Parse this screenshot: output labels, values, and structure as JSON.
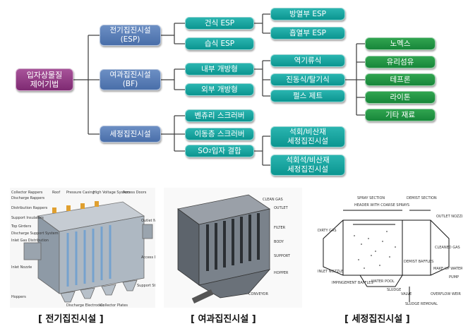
{
  "tree": {
    "root": "입자상물질\n제어기법",
    "esp": "전기집진시설\n(ESP)",
    "bf": "여과집진시설\n(BF)",
    "scrub": "세정집진시설",
    "dry_esp": "건식 ESP",
    "wet_esp": "습식 ESP",
    "cold_esp": "방열부 ESP",
    "hot_esp": "흡열부 ESP",
    "inner": "내부 개방형",
    "outer": "외부 개방형",
    "reverse": "역기류식",
    "shaker": "진동식/탈기식",
    "pulse": "펄스 제트",
    "nomex": "노멕스",
    "glass": "유리섬유",
    "teflon": "테프론",
    "ryton": "라이톤",
    "other": "기타 재료",
    "venturi": "벤츄리 스크러버",
    "moving": "이동층 스크러버",
    "so2_pre": "SO",
    "so2_sub": "2",
    "so2_post": " 입자 결합",
    "lime": "석회/비산재\n세정집진시설",
    "limestone": "석회석/비산재\n세정집진시설"
  },
  "captions": {
    "esp": "[ 전기집진시설 ]",
    "bf": "[ 여과집진시설 ]",
    "scrub": "[ 세정집진시설 ]"
  },
  "esp_labels": [
    "Collector Rappers",
    "Discharge Rappers",
    "Distribution Rappers",
    "Support Insulators",
    "Top Girders",
    "Discharge Support System",
    "Inlet Gas Distribution",
    "Inlet Nozzle",
    "Hoppers",
    "Roof",
    "Pressure Casing",
    "High Voltage System",
    "Access Doors",
    "Outlet Nozzle",
    "Access Doors",
    "Discharge Electrodes",
    "Collector Plates",
    "Support Steel"
  ],
  "bf_labels": [
    "CLEAN GAS",
    "OUTLET",
    "FILTER",
    "BODY",
    "SUPPORT",
    "HOPPER",
    "CONVEYOR"
  ],
  "scrub_labels": [
    "SPRAY SECTION",
    "DEMIST SECTION",
    "HEADER WITH COARSE SPRAYS",
    "OUTLET NOZZLE",
    "DIRTY GAS",
    "CLEANED GAS",
    "INLET NOZZLE",
    "DEMIST BAFFLES",
    "MAKE-UP WATER",
    "PUMP",
    "IMPINGEMENT BAFFLES",
    "WATER POOL",
    "SLUDGE",
    "VALVE",
    "OVERFLOW WEIR BOX",
    "SLUDGE REMOVAL"
  ],
  "colors": {
    "root": "#8e3a82",
    "level1": "#5a7fba",
    "level2": "#12a39e",
    "level3": "#1f9642",
    "line": "#3a3a3a"
  }
}
